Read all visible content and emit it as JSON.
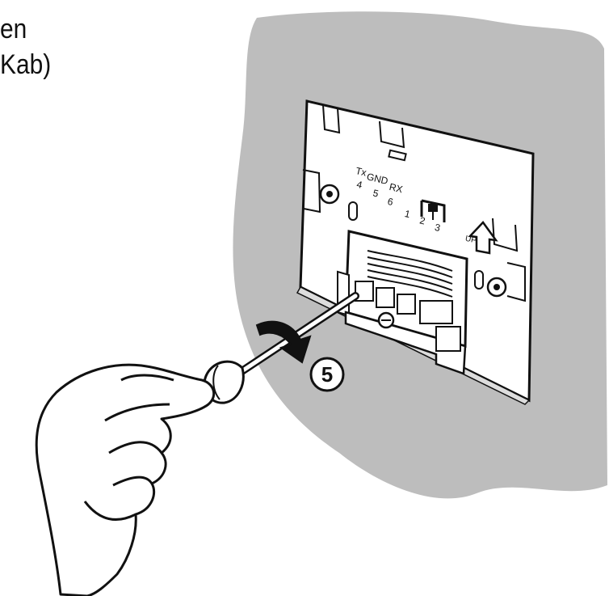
{
  "caption": {
    "line1": "en",
    "line2": "Kab)"
  },
  "terminal_labels": {
    "tx": "Tx",
    "gnd": "GND",
    "rx": "RX",
    "n4": "4",
    "n5": "5",
    "n6": "6",
    "n1": "1",
    "n2": "2",
    "n3": "3",
    "up": "UP"
  },
  "step_badge": "5",
  "colors": {
    "wall": "#bdbdbd",
    "plate": "#ffffff",
    "outline": "#111111"
  }
}
